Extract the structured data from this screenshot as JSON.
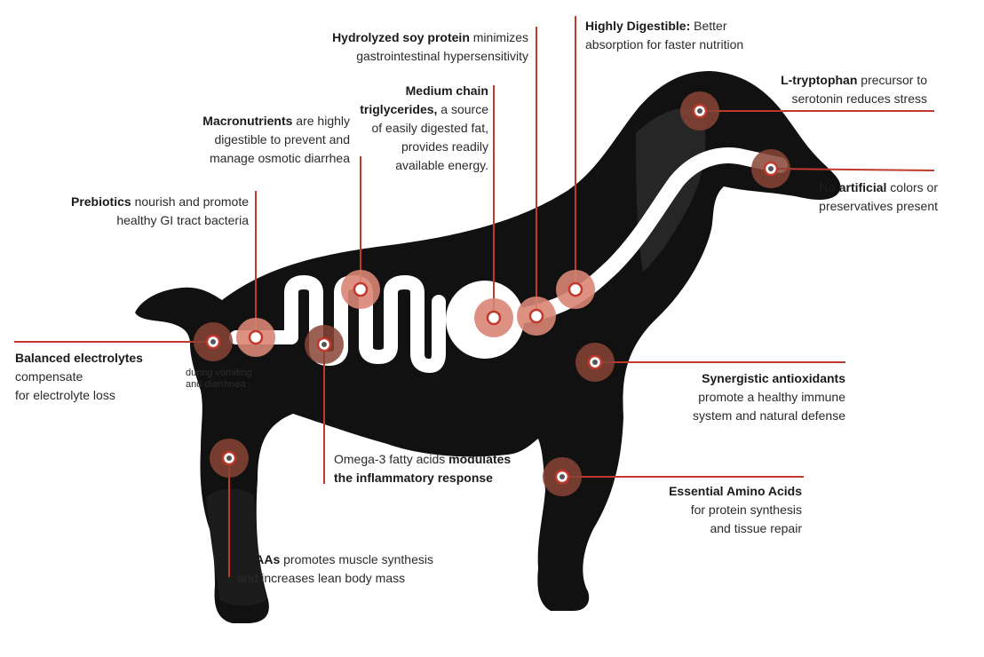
{
  "colors": {
    "silhouette": "#111111",
    "shadow": "#262626",
    "tract": "#ffffff",
    "leader": "#c0392b",
    "marker_halo": "#d98576",
    "marker_halo_dark": "#8a4436",
    "text": "#2a2a2a"
  },
  "callouts": {
    "soy": {
      "bold": "Hydrolyzed soy protein",
      "rest1": " minimizes",
      "line2": "gastrointestinal hypersensitivity"
    },
    "digestible": {
      "bold": "Highly Digestible:",
      "rest1": " Better",
      "line2": "absorption for faster nutrition"
    },
    "tryptophan": {
      "bold": "L-tryptophan",
      "rest1": " precursor to",
      "line2": "serotonin reduces stress"
    },
    "mct": {
      "bold1": "Medium chain",
      "bold2": "triglycerides,",
      "rest2": " a source",
      "line3": "of easily digested fat,",
      "line4": "provides readily",
      "line5": "available energy."
    },
    "macro": {
      "bold": "Macronutrients",
      "rest1": " are highly",
      "line2": "digestible to prevent and",
      "line3": "manage osmotic diarrhea"
    },
    "artificial": {
      "bold": "No artificial",
      "rest1": " colors or",
      "line2": "preservatives present"
    },
    "prebiotics": {
      "bold": "Prebiotics",
      "rest1": " nourish and promote",
      "line2": "healthy GI tract bacteria"
    },
    "electrolytes": {
      "bold": "Balanced electrolytes",
      "line2": "compensate",
      "line3": "for electrolyte loss",
      "ghost1": "during vomiting",
      "ghost2": "and diarrhoea"
    },
    "antioxidants": {
      "bold": "Synergistic antioxidants",
      "line2": "promote a healthy immune",
      "line3": "system and natural defense"
    },
    "omega": {
      "rest1": "Omega-3 fatty acids ",
      "bold1": "modulates",
      "bold2": "the inflammatory response"
    },
    "amino": {
      "bold": "Essential Amino Acids",
      "line2": "for protein synthesis",
      "line3": "and tissue repair"
    },
    "bcaa": {
      "bold": "BCAAs",
      "rest1": " promotes muscle synthesis",
      "line2": "and increases lean body mass"
    }
  }
}
